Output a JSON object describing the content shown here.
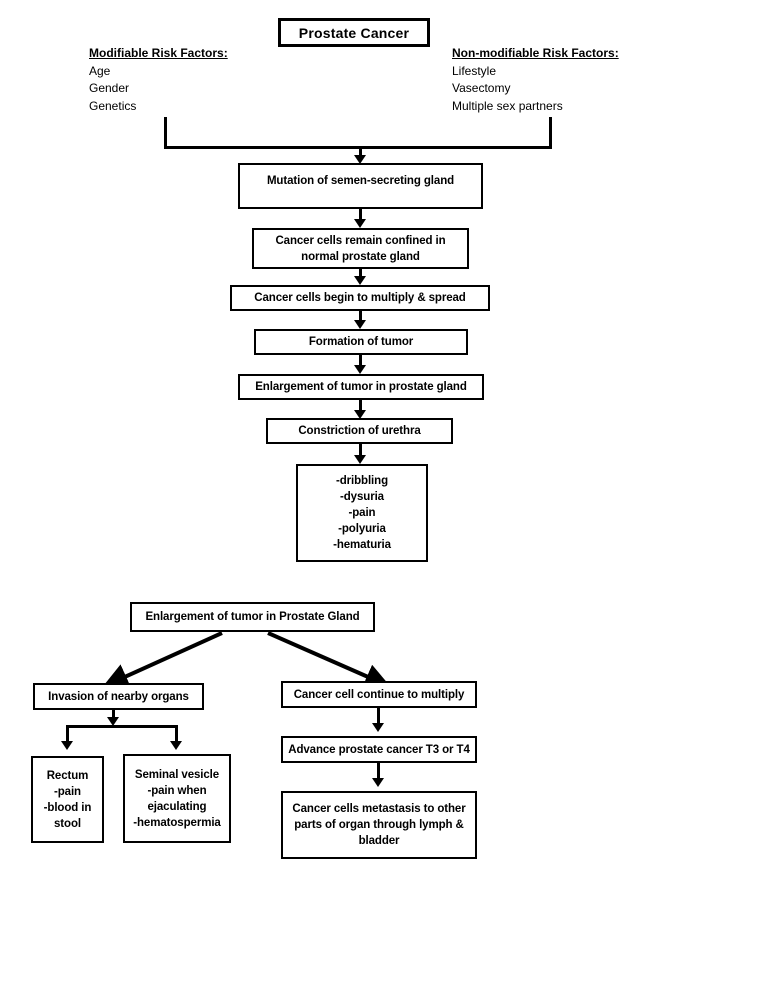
{
  "title_box": {
    "label": "Prostate Cancer"
  },
  "risk_factors": {
    "modifiable": {
      "heading": "Modifiable Risk Factors:",
      "items": [
        "Age",
        "Gender",
        "Genetics"
      ]
    },
    "non_modifiable": {
      "heading": "Non-modifiable Risk Factors:",
      "items": [
        "Lifestyle",
        "Vasectomy",
        "Multiple sex partners"
      ]
    }
  },
  "main_chain": [
    {
      "id": "mutation",
      "label": "Mutation of semen-secreting gland"
    },
    {
      "id": "confined",
      "lines": [
        "Cancer cells remain confined in",
        "normal prostate gland"
      ]
    },
    {
      "id": "multiply-spread",
      "label": "Cancer cells begin to multiply & spread"
    },
    {
      "id": "tumor-formation",
      "label": "Formation of tumor"
    },
    {
      "id": "tumor-enlargement",
      "label": "Enlargement of tumor in prostate gland"
    },
    {
      "id": "urethra-constriction",
      "label": "Constriction of urethra"
    }
  ],
  "symptoms": {
    "id": "symptoms",
    "lines": [
      "-dribbling",
      "-dysuria",
      "-pain",
      "-polyuria",
      "-hematuria"
    ]
  },
  "lower_chart": {
    "root": {
      "id": "enlargement-prostate",
      "label": "Enlargement of tumor in Prostate Gland"
    },
    "left_branch": {
      "node": {
        "id": "invasion",
        "label": "Invasion of nearby organs"
      },
      "children": [
        {
          "id": "rectum",
          "lines": [
            "Rectum",
            "-pain",
            "-blood in",
            "stool"
          ]
        },
        {
          "id": "seminal-vesicle",
          "lines": [
            "Seminal vesicle",
            "-pain when",
            "ejaculating",
            "-hematospermia"
          ]
        }
      ]
    },
    "right_branch": {
      "nodes": [
        {
          "id": "continue-multiply",
          "label": "Cancer cell continue to multiply"
        },
        {
          "id": "advance-stage",
          "label": "Advance prostate cancer T3 or T4"
        },
        {
          "id": "metastasis",
          "lines": [
            "Cancer cells metastasis to other",
            "parts of organ through lymph &",
            "bladder"
          ]
        }
      ]
    }
  },
  "colors": {
    "stroke": "#000000",
    "background": "#ffffff"
  }
}
